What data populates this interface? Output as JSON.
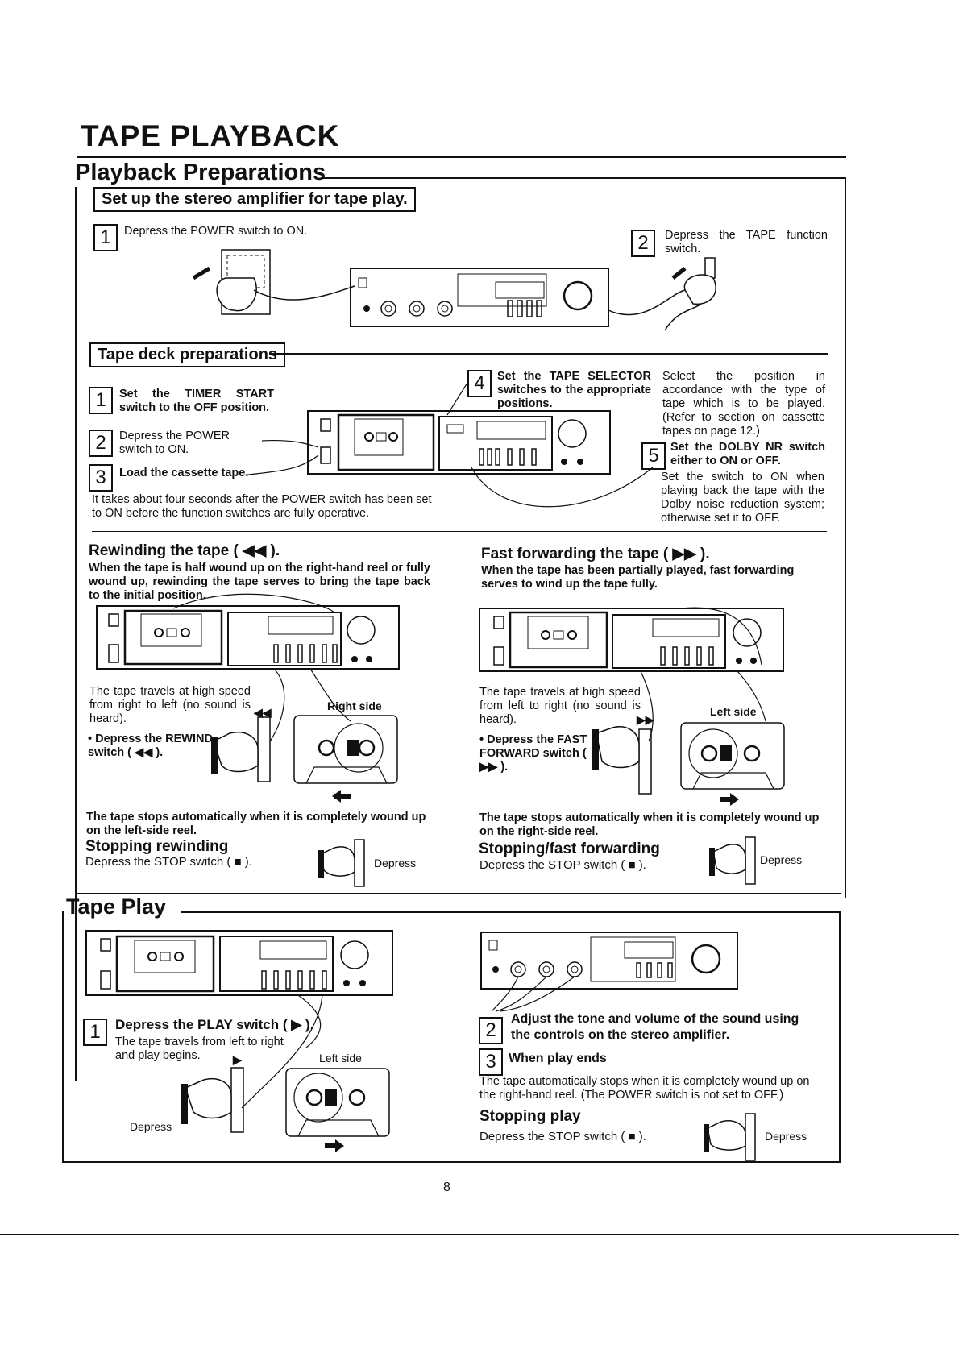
{
  "page": {
    "title": "TAPE PLAYBACK",
    "page_number": "8"
  },
  "playback_preparations": {
    "title": "Playback Preparations",
    "amp_header": "Set up the stereo amplifier for tape play.",
    "amp_steps": [
      {
        "num": "1",
        "text": "Depress the POWER switch to ON."
      },
      {
        "num": "2",
        "text": "Depress the TAPE function switch."
      }
    ],
    "deck_header": "Tape deck preparations",
    "deck_steps": [
      {
        "num": "1",
        "text": "Set the TIMER START switch to the OFF position."
      },
      {
        "num": "2",
        "text": "Depress the POWER switch to ON."
      },
      {
        "num": "3",
        "text": "Load the cassette tape."
      },
      {
        "num": "4",
        "text": "Set the TAPE SELECTOR switches to the appropriate positions."
      },
      {
        "num": "5",
        "text": "Set the DOLBY NR switch either to ON or OFF."
      }
    ],
    "step4_note": "Select the position in accordance with the type of tape which is to be played. (Refer to section on cassette tapes on page 12.)",
    "step5_note": "Set the switch to ON when playing back the tape with the Dolby noise reduction system; otherwise set it to OFF.",
    "power_note": "It takes about four seconds after the POWER switch has been set to ON before the function switches are fully operative."
  },
  "rewind": {
    "title": "Rewinding the tape ( ◀◀ ).",
    "intro": "When the tape is half wound up on the right-hand reel or fully wound up, rewinding the tape serves to bring the tape back to the initial position.",
    "travel": "The tape travels at high speed from right to left (no sound is heard).",
    "symbol": "◀◀",
    "side_label": "Right side",
    "action": "• Depress the REWIND switch ( ◀◀ ).",
    "stop_note": "The tape stops automatically when it is completely wound up on the left-side reel.",
    "stop_title": "Stopping rewinding",
    "stop_text": "Depress the STOP switch ( ■ ).",
    "depress": "Depress"
  },
  "fast_forward": {
    "title": "Fast forwarding the tape ( ▶▶ ).",
    "intro": "When the tape has been partially played, fast forwarding serves to wind up the tape fully.",
    "travel": "The tape travels at high speed from left to right (no sound is heard).",
    "symbol": "▶▶",
    "side_label": "Left side",
    "action": "• Depress the FAST FORWARD switch ( ▶▶ ).",
    "stop_note": "The tape stops automatically when it is completely wound up on the right-side reel.",
    "stop_title": "Stopping/fast forwarding",
    "stop_text": "Depress the STOP switch ( ■ ).",
    "depress": "Depress"
  },
  "tape_play": {
    "title": "Tape Play",
    "step1_num": "1",
    "step1_title": "Depress the PLAY switch ( ▶ ).",
    "step1_text": "The tape travels from left to right and play begins.",
    "play_symbol": "▶",
    "side_label": "Left side",
    "depress": "Depress",
    "step2_num": "2",
    "step2_text": "Adjust the tone and volume of the sound using the controls on the stereo amplifier.",
    "step3_num": "3",
    "step3_title": "When play ends",
    "step3_text": "The tape automatically stops when it is completely wound up on the right-hand reel. (The POWER switch is not set to OFF.)",
    "stop_title": "Stopping play",
    "stop_text": "Depress the STOP switch ( ■ ).",
    "stop_depress": "Depress"
  }
}
